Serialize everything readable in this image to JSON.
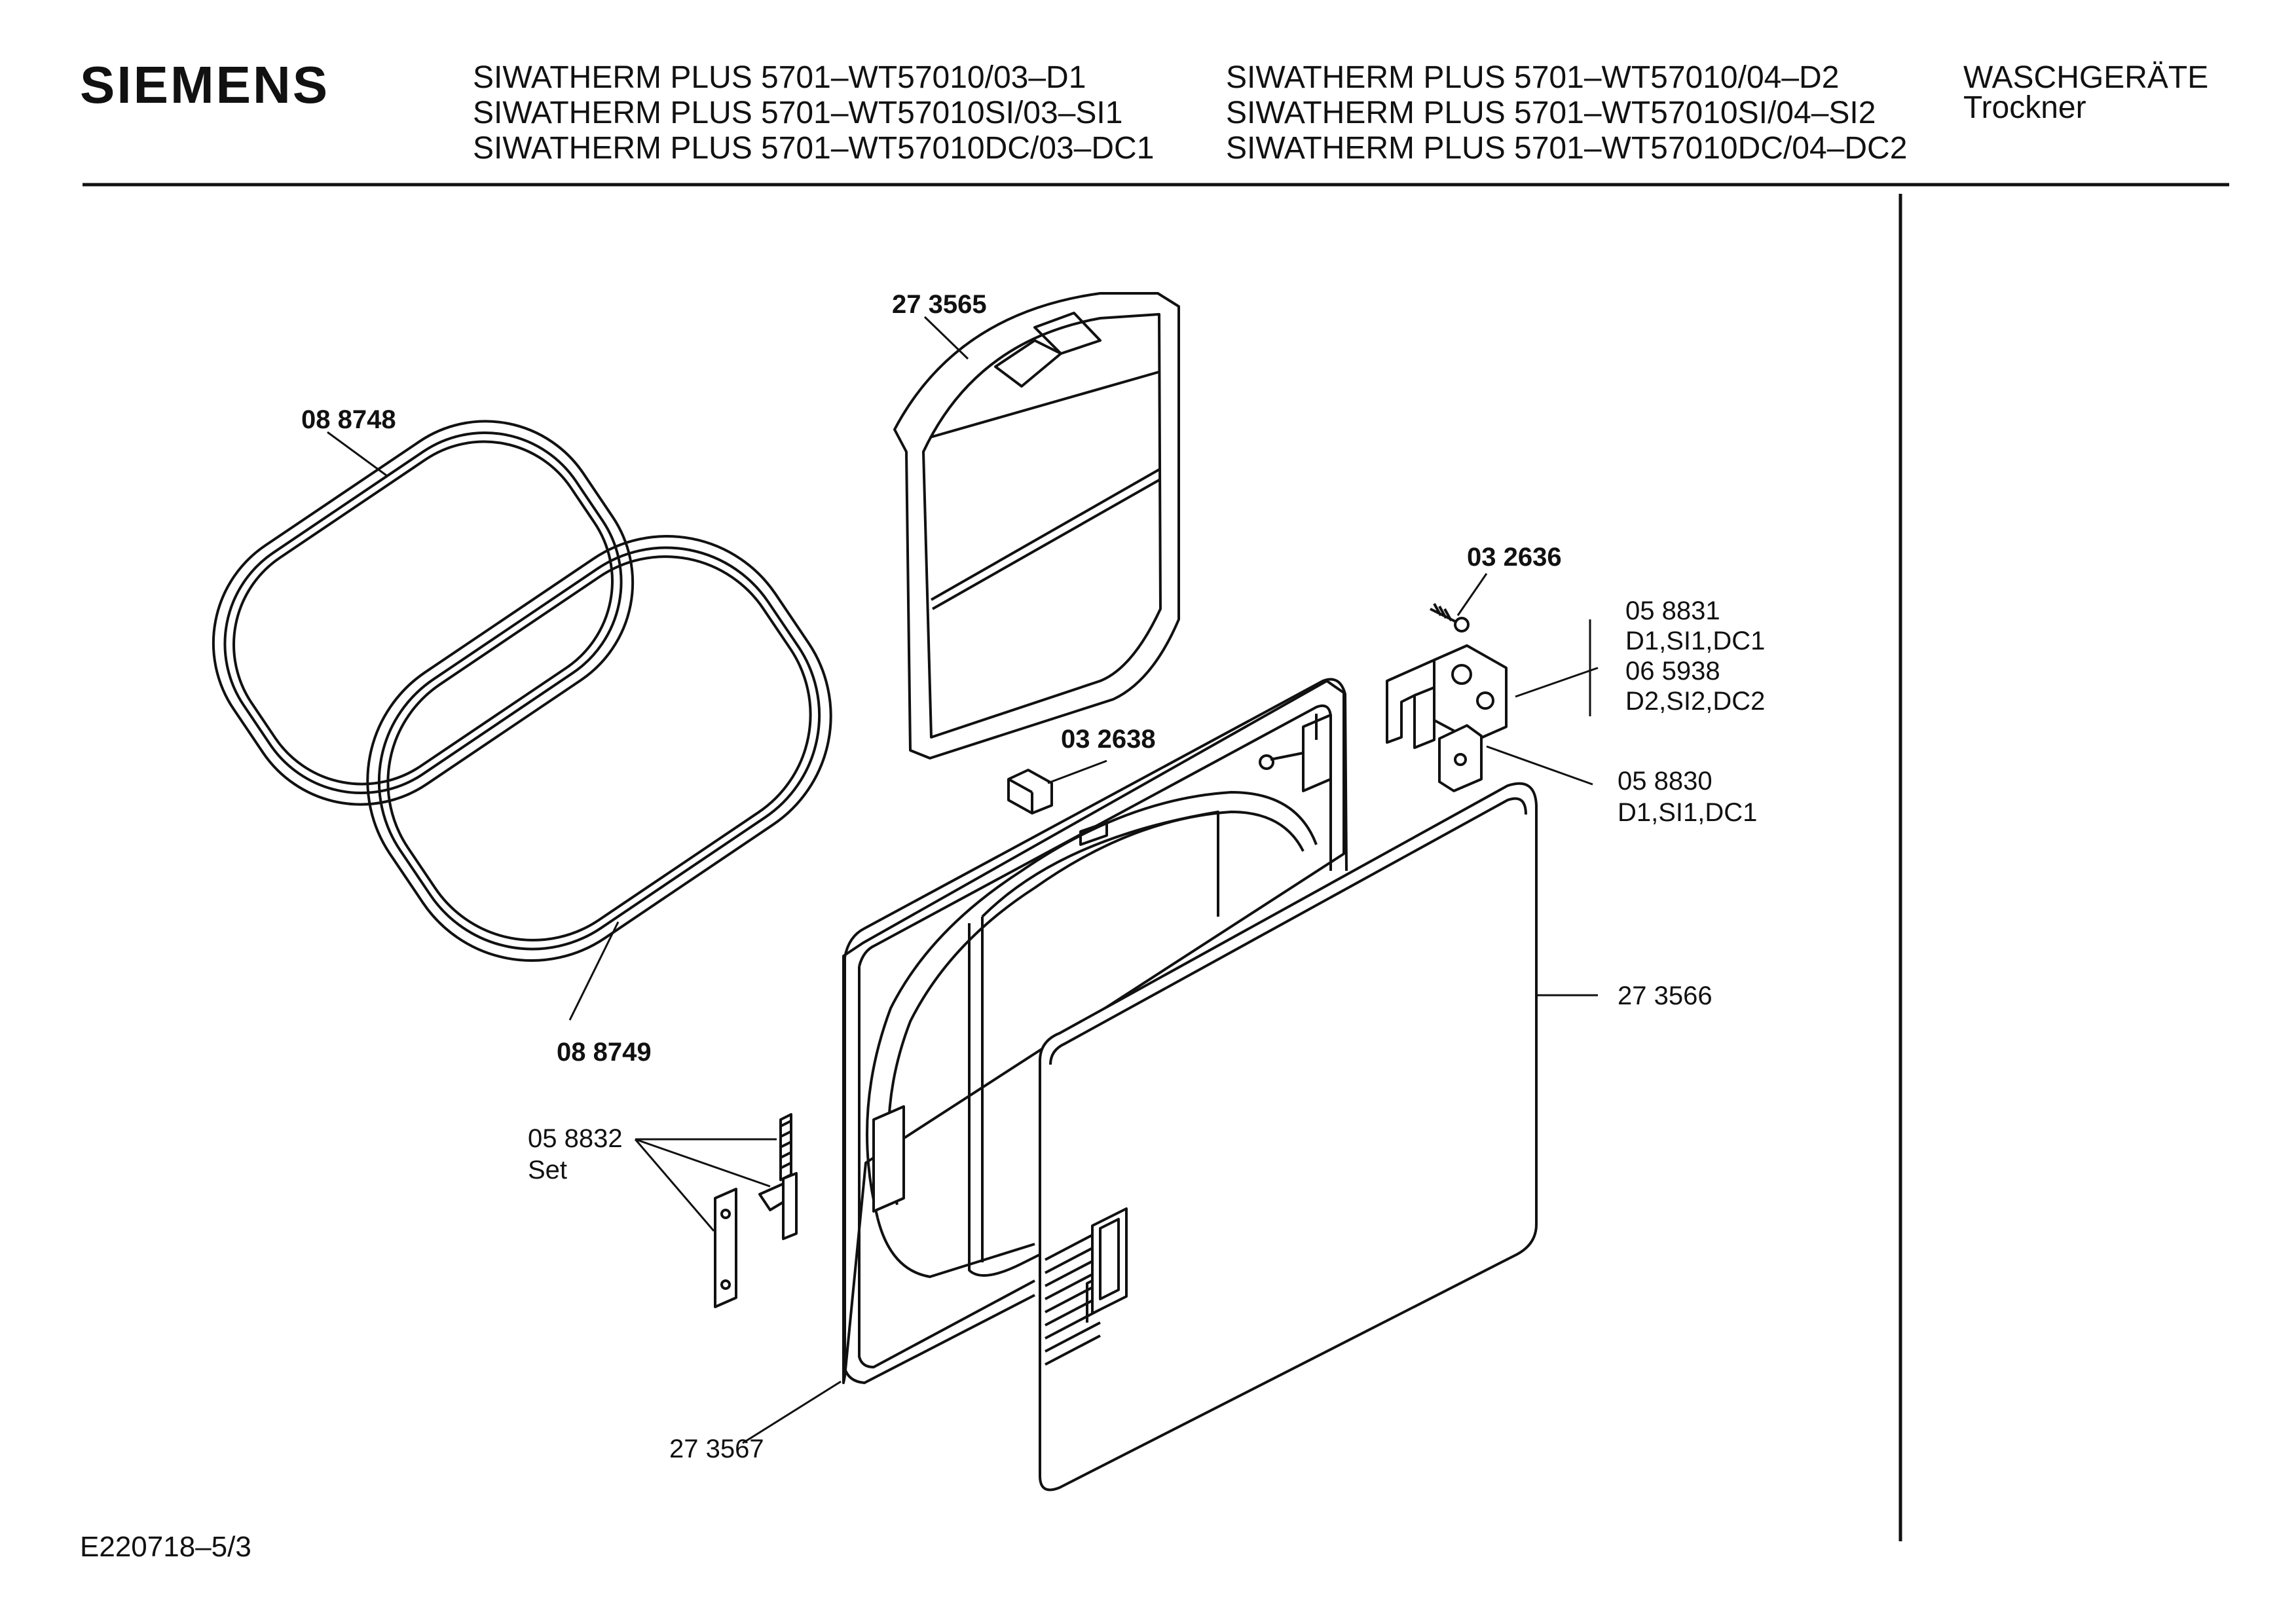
{
  "header": {
    "brand": "SIEMENS",
    "models_col1": [
      "SIWATHERM PLUS 5701–WT57010/03–D1",
      "SIWATHERM PLUS 5701–WT57010SI/03–SI1",
      "SIWATHERM PLUS 5701–WT57010DC/03–DC1"
    ],
    "models_col2": [
      "SIWATHERM PLUS 5701–WT57010/04–D2",
      "SIWATHERM PLUS 5701–WT57010SI/04–SI2",
      "SIWATHERM PLUS 5701–WT57010DC/04–DC2"
    ],
    "category": "WASCHGERÄTE",
    "subcategory": "Trockner"
  },
  "parts": {
    "p273565": "27 3565",
    "p088748": "08 8748",
    "p088749": "08 8749",
    "p032636": "03 2636",
    "p032638": "03 2638",
    "p058831": "05 8831",
    "p058831_var": "D1,SI1,DC1",
    "p065938": "06 5938",
    "p065938_var": "D2,SI2,DC2",
    "p058830": "05 8830",
    "p058830_var": "D1,SI1,DC1",
    "p273566": "27 3566",
    "p058832": "05 8832",
    "p058832_note": "Set",
    "p273567": "27 3567"
  },
  "footer": {
    "doc_id": "E220718–5/3"
  }
}
